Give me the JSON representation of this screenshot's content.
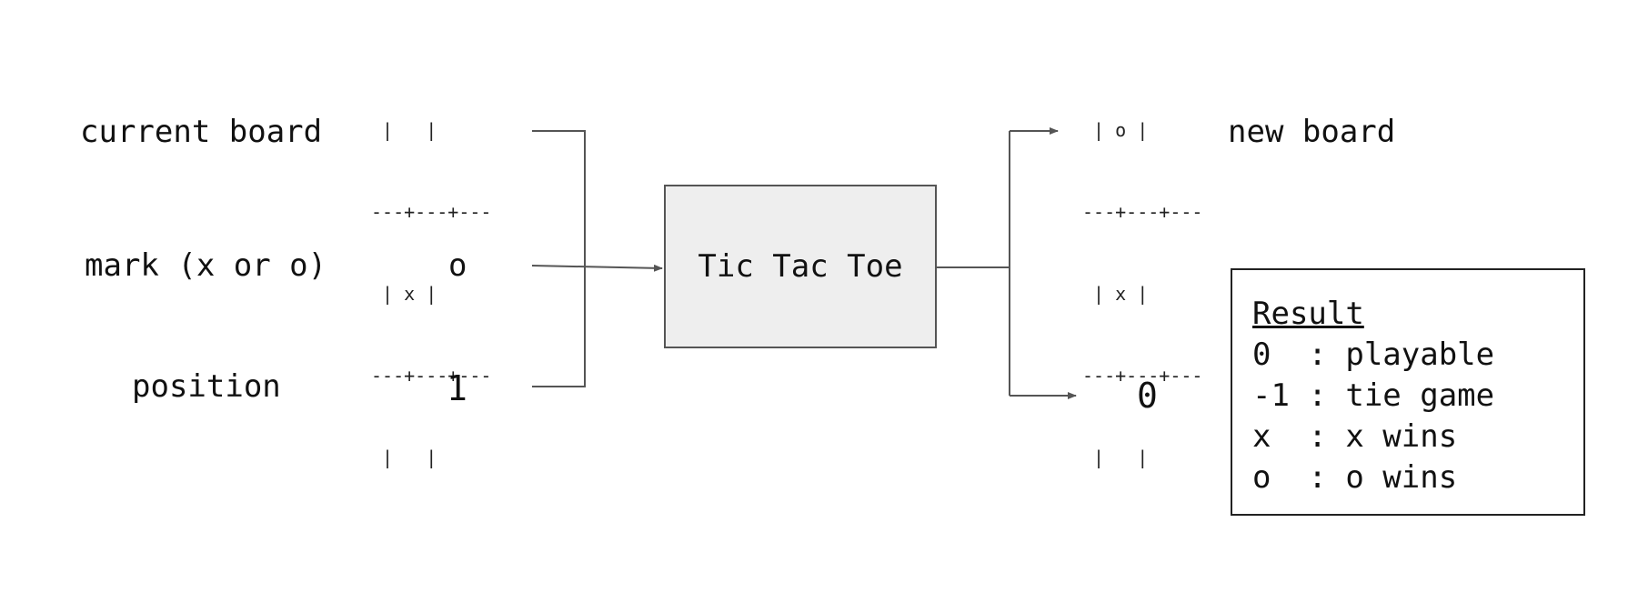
{
  "inputs": {
    "current_board_label": "current board",
    "mark_label": "mark (x or o)",
    "mark_value": "o",
    "position_label": "position",
    "position_value": "1",
    "current_board": {
      "row1": " |   | ",
      "sep1": "---+---+---",
      "row2": " | x | ",
      "sep2": "---+---+---",
      "row3": " |   | "
    }
  },
  "function": {
    "label": "Tic Tac Toe"
  },
  "outputs": {
    "new_board_label": "new board",
    "result_value": "0",
    "new_board": {
      "row1": " | o | ",
      "sep1": "---+---+---",
      "row2": " | x | ",
      "sep2": "---+---+---",
      "row3": " |   | "
    }
  },
  "legend": {
    "title": "Result",
    "rows": [
      "0  : playable",
      "-1 : tie game",
      "x  : x wins",
      "o  : o wins"
    ]
  },
  "colors": {
    "box_fill": "#eeeeee",
    "line": "#555555",
    "text": "#111111"
  }
}
